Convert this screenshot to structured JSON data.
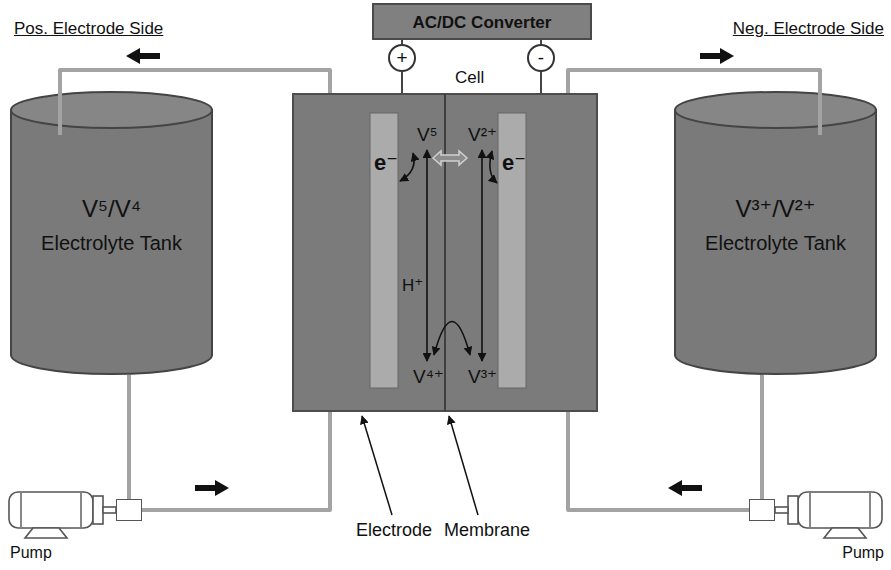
{
  "diagram": {
    "nodes": [
      {
        "text": [
          "AC/DC Converter"
        ]
      },
      {
        "text": [
          "+"
        ]
      },
      {
        "text": [
          "-"
        ]
      },
      {
        "text": [
          "V⁵/V⁴",
          "Electrolyte Tank"
        ]
      },
      {
        "text": [
          "Cell"
        ]
      },
      {
        "text": [
          "V³⁺/V²⁺",
          "Electrolyte Tank"
        ]
      },
      {
        "text": [
          "Pump"
        ]
      },
      {
        "text": [
          "Pump"
        ]
      }
    ],
    "edges": [
      {
        "from": 0,
        "to": 1,
        "arrow": "none"
      },
      {
        "from": 0,
        "to": 2,
        "arrow": "none"
      },
      {
        "from": 1,
        "to": 4,
        "arrow": "none"
      },
      {
        "from": 2,
        "to": 4,
        "arrow": "none"
      },
      {
        "from": 4,
        "to": 3,
        "arrow": "none"
      },
      {
        "from": 3,
        "to": 6,
        "arrow": "none"
      },
      {
        "from": 6,
        "to": 4,
        "arrow": "none"
      },
      {
        "from": 4,
        "to": 5,
        "arrow": "none"
      },
      {
        "from": 5,
        "to": 7,
        "arrow": "none"
      },
      {
        "from": 7,
        "to": 4,
        "arrow": "none"
      }
    ],
    "labels": [
      "Pos. Electrode Side",
      "Neg. Electrode Side",
      "V⁵",
      "V²⁺",
      "e⁻",
      "e⁻",
      "H⁺",
      "V⁴⁺",
      "V³⁺",
      "Electrode",
      "Membrane"
    ]
  }
}
